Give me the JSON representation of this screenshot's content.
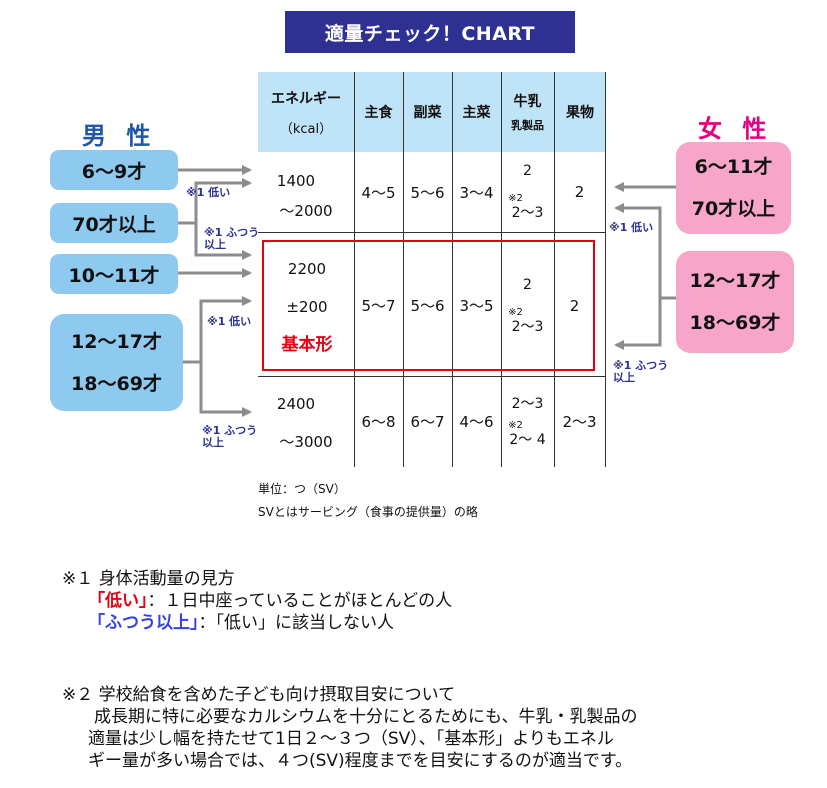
{
  "title": "適量チェック！CHART",
  "headers": {
    "energy_line1": "エネルギー",
    "energy_line2": "（kcal）",
    "shushoku": "主食",
    "fukusai": "副菜",
    "shusai": "主菜",
    "dairy_line1": "牛乳",
    "dairy_line2": "乳製品",
    "fruit": "果物"
  },
  "rows": [
    {
      "energy1": "1400",
      "energy2": "～2000",
      "shushoku": "4～5",
      "fukusai": "5～6",
      "shusai": "3～4",
      "dairy": "2",
      "dairy_note": "※2",
      "dairy_sub": "2～3",
      "fruit": "2"
    },
    {
      "energy1": "2200",
      "energy2": "±200",
      "energy3": "基本形",
      "shushoku": "5～7",
      "fukusai": "5～6",
      "shusai": "3～5",
      "dairy": "2",
      "dairy_note": "※2",
      "dairy_sub": "2～3",
      "fruit": "2"
    },
    {
      "energy1": "2400",
      "energy2": "～3000",
      "shushoku": "6～8",
      "fukusai": "6～7",
      "shusai": "4～6",
      "dairy": "2～3",
      "dairy_note": "※2",
      "dairy_sub": "2～ 4",
      "fruit": "2～3"
    }
  ],
  "unit_line1": "単位：つ（SV）",
  "unit_line2": "SVとはサービング（食事の提供量）の略",
  "male": {
    "label": "男 性",
    "box1": "6～9才",
    "box2": "70才以上",
    "box3": "10～11才",
    "box4_line1": "12～17才",
    "box4_line2": "18～69才",
    "ann1": "※1 低い",
    "ann2_line1": "※1 ふつう",
    "ann2_line2": "以上",
    "ann3": "※1 低い",
    "ann4_line1": "※1 ふつう",
    "ann4_line2": "以上"
  },
  "female": {
    "label": "女 性",
    "box1_line1": "6～11才",
    "box1_line2": "70才以上",
    "box2_line1": "12～17才",
    "box2_line2": "18～69才",
    "ann1": "※1 低い",
    "ann2_line1": "※1 ふつう",
    "ann2_line2": "以上"
  },
  "note1": {
    "heading": "※１ 身体活動量の見方",
    "low_label": "「低い」",
    "low_text": "：１日中座っていることがほとんどの人",
    "normal_label": "「ふつう以上」",
    "normal_text": "：「低い」に該当しない人"
  },
  "note2": {
    "heading": "※２ 学校給食を含めた子ども向け摂取目安について",
    "line1": "成長期に特に必要なカルシウムを十分にとるためにも、牛乳・乳製品の",
    "line2": "適量は少し幅を持たせて1日２～３つ（SV）、「基本形」よりもエネル",
    "line3": "ギー量が多い場合では、４つ(SV)程度までを目安にするのが適当です。"
  },
  "colors": {
    "title_bg": "#2e3192",
    "header_bg": "#bfe3f7",
    "male_box": "#8ec9ef",
    "female_box": "#f7a6c9",
    "male_label": "#1f57a5",
    "female_label": "#e4007f",
    "highlight": "#e60012",
    "arrow": "#8c8c8c"
  }
}
